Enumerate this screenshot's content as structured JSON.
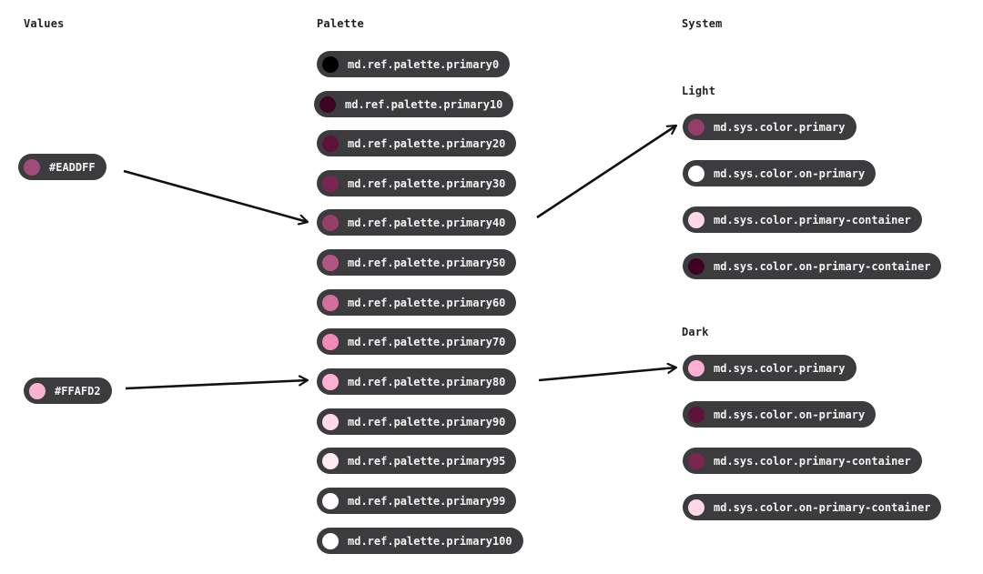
{
  "headers": {
    "values": "Values",
    "palette": "Palette",
    "system": "System",
    "light": "Light",
    "dark": "Dark"
  },
  "values": [
    {
      "label": "#EADDFF",
      "color": "#a24c7e"
    },
    {
      "label": "#FFAFD2",
      "color": "#f7b3cf"
    }
  ],
  "palette": [
    {
      "label": "md.ref.palette.primary0",
      "color": "#000000"
    },
    {
      "label": "md.ref.palette.primary10",
      "color": "#3d0322"
    },
    {
      "label": "md.ref.palette.primary20",
      "color": "#5e1139"
    },
    {
      "label": "md.ref.palette.primary30",
      "color": "#7a2651"
    },
    {
      "label": "md.ref.palette.primary40",
      "color": "#963e6a"
    },
    {
      "label": "md.ref.palette.primary50",
      "color": "#b35683"
    },
    {
      "label": "md.ref.palette.primary60",
      "color": "#d1709e"
    },
    {
      "label": "md.ref.palette.primary70",
      "color": "#ef8ab9"
    },
    {
      "label": "md.ref.palette.primary80",
      "color": "#ffafd2"
    },
    {
      "label": "md.ref.palette.primary90",
      "color": "#ffd8e8"
    },
    {
      "label": "md.ref.palette.primary95",
      "color": "#ffecf2"
    },
    {
      "label": "md.ref.palette.primary99",
      "color": "#fffbff"
    },
    {
      "label": "md.ref.palette.primary100",
      "color": "#ffffff"
    }
  ],
  "system": {
    "light": [
      {
        "label": "md.sys.color.primary",
        "color": "#963e6a"
      },
      {
        "label": "md.sys.color.on-primary",
        "color": "#ffffff"
      },
      {
        "label": "md.sys.color.primary-container",
        "color": "#ffd8e8"
      },
      {
        "label": "md.sys.color.on-primary-container",
        "color": "#3d0322"
      }
    ],
    "dark": [
      {
        "label": "md.sys.color.primary",
        "color": "#ffafd2"
      },
      {
        "label": "md.sys.color.on-primary",
        "color": "#5e1139"
      },
      {
        "label": "md.sys.color.primary-container",
        "color": "#7a2651"
      },
      {
        "label": "md.sys.color.on-primary-container",
        "color": "#ffd8e8"
      }
    ]
  }
}
